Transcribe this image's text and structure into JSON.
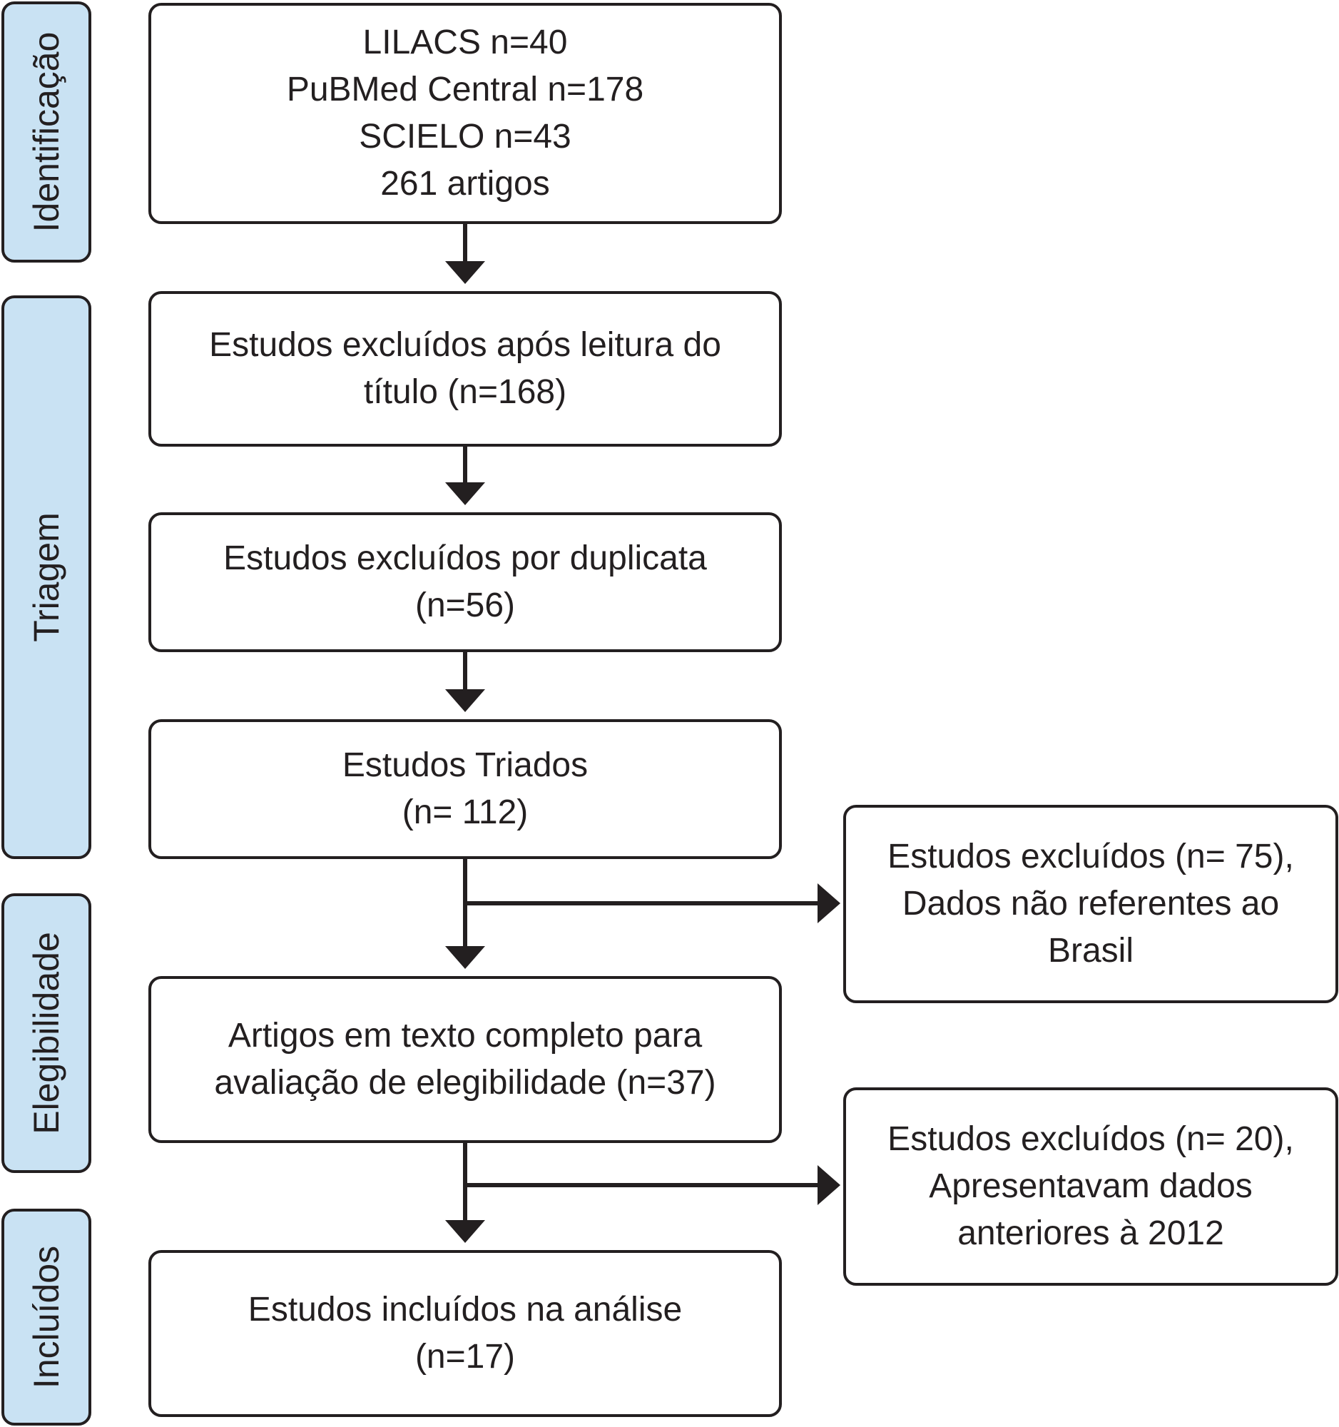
{
  "phases": {
    "identificacao": "Identificação",
    "triagem": "Triagem",
    "elegibilidade": "Elegibilidade",
    "incluidos": "Incluídos"
  },
  "boxes": {
    "identification": "LILACS n=40\nPuBMed Central n=178\nSCIELO n=43\n261 artigos",
    "title_exclusion": "Estudos excluídos após leitura do\ntítulo (n=168)",
    "duplicate_exclusion": "Estudos excluídos por duplicata\n(n=56)",
    "screened": "Estudos Triados\n(n= 112)",
    "excluded_not_brazil": "Estudos excluídos (n= 75),\nDados não referentes ao\nBrasil",
    "full_text": "Artigos em texto completo para\navaliação de elegibilidade (n=37)",
    "excluded_before_2012": "Estudos excluídos (n= 20),\nApresentavam dados\nanteriores à 2012",
    "included": "Estudos incluídos na análise\n(n=17)"
  }
}
